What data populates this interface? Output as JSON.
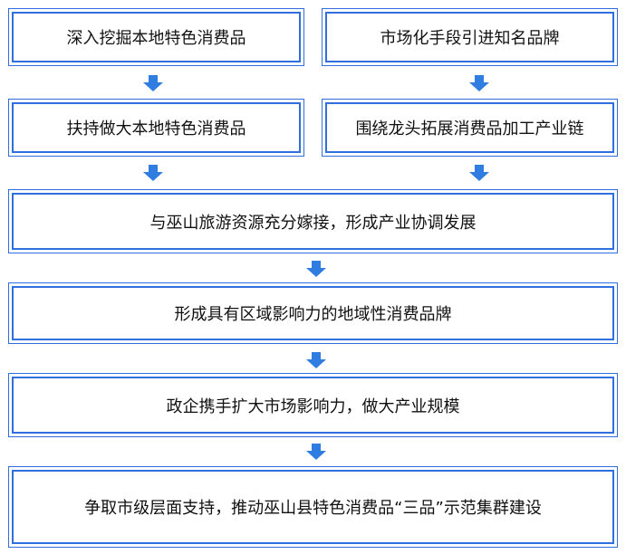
{
  "flowchart": {
    "boxes": [
      {
        "text": "深入挖掘本地特色消费品"
      },
      {
        "text": "市场化手段引进知名品牌"
      },
      {
        "text": "扶持做大本地特色消费品"
      },
      {
        "text": "围绕龙头拓展消费品加工产业链"
      },
      {
        "text": "与巫山旅游资源充分嫁接，形成产业协调发展"
      },
      {
        "text": "形成具有区域影响力的地域性消费品牌"
      },
      {
        "text": "政企携手扩大市场影响力，做大产业规模"
      },
      {
        "text": "争取市级层面支持，推动巫山县特色消费品“三品”示范集群建设"
      }
    ],
    "colors": {
      "border": "#2f6fe0",
      "arrow": "#2f7de1",
      "text": "#111111"
    },
    "arrow_icon": "down-arrow-icon"
  }
}
